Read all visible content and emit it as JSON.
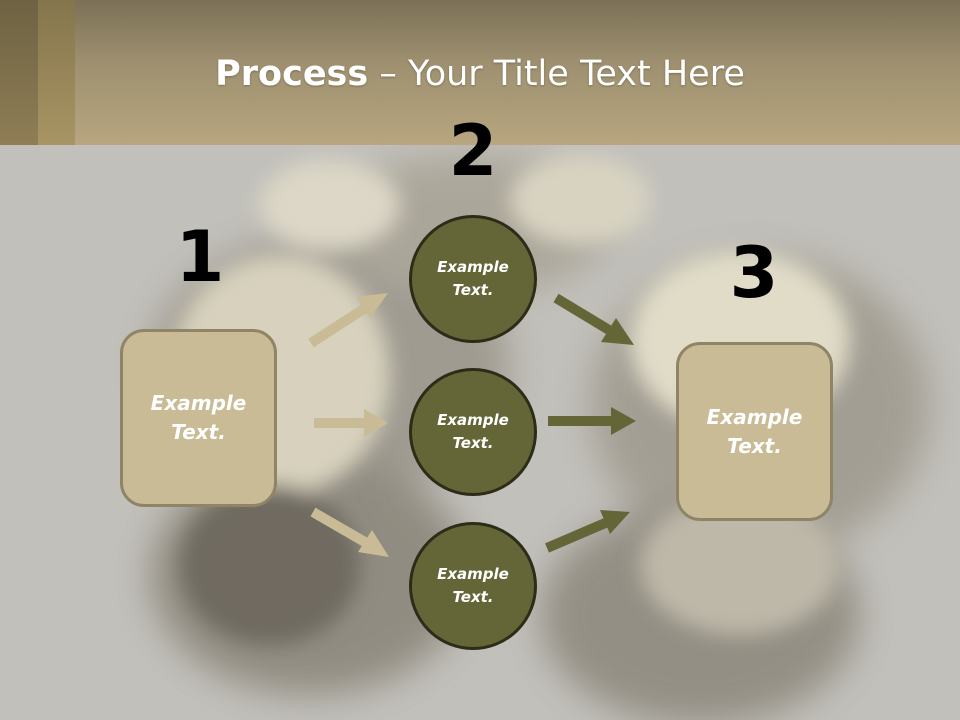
{
  "slide": {
    "title_bold": "Process",
    "title_rest": " – Your Title Text Here"
  },
  "steps": {
    "one": "1",
    "two": "2",
    "three": "3"
  },
  "left_box": {
    "text": "Example\nText."
  },
  "right_box": {
    "text": "Example\nText."
  },
  "circles": [
    {
      "text": "Example\nText."
    },
    {
      "text": "Example\nText."
    },
    {
      "text": "Example\nText."
    }
  ],
  "colors": {
    "header": "#b7a67f",
    "box_fill": "#c9bb95",
    "circle_fill": "#646637",
    "arrow_light": "#c9bb95",
    "arrow_dark": "#646637"
  }
}
